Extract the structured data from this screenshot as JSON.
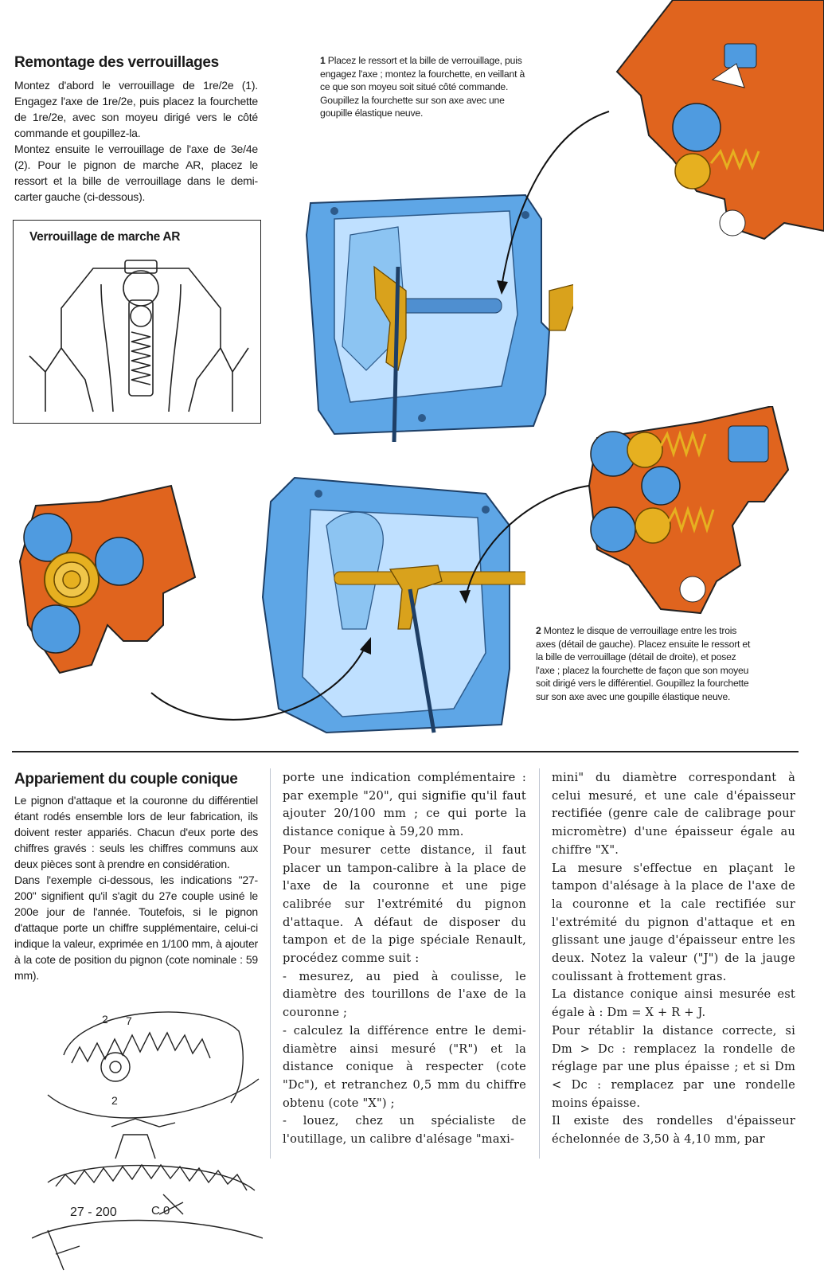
{
  "section1": {
    "title": "Remontage des verrouillages",
    "paragraphs": [
      "Montez d'abord le verrouillage de 1re/2e (1). Engagez l'axe de 1re/2e, puis placez la fourchette de 1re/2e, avec son moyeu dirigé vers le côté commande et goupillez-la.",
      "Montez ensuite le verrouillage de l'axe de 3e/4e (2). Pour le pignon de marche AR, placez le ressort et la bille de verrouillage dans le demi-carter gauche (ci-dessous)."
    ],
    "box_title": "Verrouillage de marche AR",
    "caption1": {
      "number": "1",
      "text": "Placez le ressort et la bille de verrouillage, puis engagez l'axe ; montez la fourchette, en veillant à ce que son moyeu soit situé côté commande. Goupillez la fourchette sur son axe avec une goupille élastique neuve."
    },
    "caption2": {
      "number": "2",
      "text": "Montez le disque de verrouillage entre les trois axes (détail de gauche). Placez ensuite le ressort et la bille de verrouillage (détail de droite), et posez l'axe ; placez la fourchette de façon que son moyeu soit dirigé vers le différentiel. Goupillez la fourchette sur son axe avec une goupille élastique neuve."
    }
  },
  "section2": {
    "title": "Appariement du couple conique",
    "col1": [
      "Le pignon d'attaque et la couronne du différentiel étant rodés ensemble lors de leur fabrication, ils doivent rester appariés. Chacun d'eux porte des chiffres gravés : seuls les chiffres communs aux deux pièces sont à prendre en considération.",
      "Dans l'exemple ci-dessous, les indications \"27-200\" signifient qu'il s'agit du 27e couple usiné le 200e jour de l'année. Toutefois, si le pignon d'attaque porte un chiffre supplémentaire, celui-ci indique la valeur, exprimée en 1/100 mm, à ajouter à la cote de position du pignon (cote nominale : 59 mm)."
    ],
    "col2": [
      "porte une indication complémentaire : par exemple \"20\", qui signifie qu'il faut ajouter 20/100 mm ; ce qui porte la distance conique à 59,20 mm.",
      "Pour mesurer cette distance, il faut placer un tampon-calibre à la place de l'axe de la couronne et une pige calibrée sur l'extrémité du pignon d'attaque. A défaut de disposer du tampon et de la pige spéciale Renault, procédez comme suit :",
      "- mesurez, au pied à coulisse, le diamètre des tourillons de l'axe de la couronne ;",
      "- calculez la différence entre le demi-diamètre ainsi mesuré (\"R\") et la distance conique à respecter (cote \"Dc\"), et retranchez 0,5 mm du chiffre obtenu (cote \"X\") ;",
      "- louez, chez un spécialiste de l'outillage, un calibre d'alésage \"maxi-"
    ],
    "col3": [
      "mini\" du diamètre correspondant à celui mesuré, et une cale d'épaisseur rectifiée (genre cale de calibrage pour micromètre) d'une épaisseur égale au chiffre \"X\".",
      "La mesure s'effectue en plaçant le tampon d'alésage à la place de l'axe de la couronne et la cale rectifiée sur l'extrémité du pignon d'attaque et en glissant une jauge d'épaisseur entre les deux. Notez la valeur (\"J\") de la jauge coulissant à frottement gras.",
      "La distance conique ainsi mesurée est égale à : Dm = X + R + J.",
      "Pour rétablir la distance correcte, si Dm > Dc : remplacez la rondelle de réglage par une plus épaisse ; et si Dm < Dc : remplacez par une rondelle moins épaisse.",
      "Il existe des rondelles d'épaisseur échelonnée de 3,50 à 4,10 mm, par"
    ],
    "gear_marks": {
      "top_left": "2",
      "top_right": "7",
      "bottom": "2",
      "stamp": "27 - 200",
      "stamp_extra": "C 0"
    }
  },
  "colors": {
    "housing_blue": "#4f9be0",
    "light_blue": "#bfe0ff",
    "detail_orange": "#e0641e",
    "brass": "#d9a21c",
    "ball_gold": "#e6b020"
  }
}
